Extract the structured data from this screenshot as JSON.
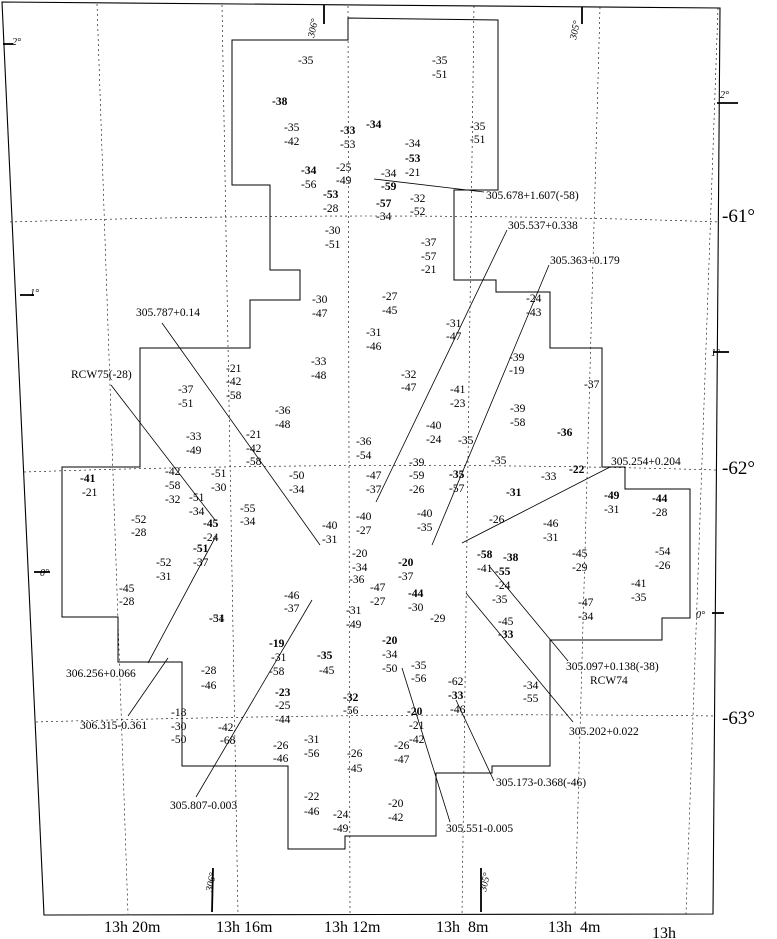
{
  "ra_labels": [
    "13h 20m",
    "13h 16m",
    "13h 12m",
    "13h  8m",
    "13h  4m",
    "13h"
  ],
  "dec_labels": [
    "-61°",
    "-62°",
    "-63°"
  ],
  "galactic_lat_labels": [
    "2°",
    "1°",
    "0°",
    "2°",
    "1°",
    "0°"
  ],
  "galactic_lon_labels": [
    "306°",
    "305°",
    "306°",
    "305°"
  ],
  "velocity_labels": [
    "-35",
    "-35",
    "-51",
    "-38",
    "-35",
    "-42",
    "-33",
    "-53",
    "-34",
    "-34",
    "-53",
    "-21",
    "-35",
    "-51",
    "-25",
    "-49",
    "-34",
    "-56",
    "-53",
    "-28",
    "-34",
    "-59",
    "-57",
    "-34",
    "-32",
    "-52",
    "-30",
    "-51",
    "-37",
    "-57",
    "-21",
    "-30",
    "-47",
    "-27",
    "-45",
    "-31",
    "-46",
    "-31",
    "-47",
    "-24",
    "-43",
    "-39",
    "-19",
    "-37",
    "-33",
    "-48",
    "-32",
    "-47",
    "-41",
    "-23",
    "-39",
    "-58",
    "-36",
    "-48",
    "-21",
    "-42",
    "-58",
    "-37",
    "-51",
    "-21",
    "-42",
    "-58",
    "-33",
    "-49",
    "-36",
    "-54",
    "-40",
    "-24",
    "-35",
    "-36",
    "-39",
    "-59",
    "-26",
    "-35",
    "-57",
    "-35",
    "-33",
    "-22",
    "-41",
    "-21",
    "-42",
    "-58",
    "-32",
    "-51",
    "-30",
    "-51",
    "-34",
    "-50",
    "-34",
    "-47",
    "-37",
    "-31",
    "-49",
    "-31",
    "-44",
    "-28",
    "-55",
    "-34",
    "-52",
    "-28",
    "-45",
    "-24",
    "-40",
    "-27",
    "-40",
    "-35",
    "-26",
    "-40",
    "-31",
    "-46",
    "-31",
    "-51",
    "-37",
    "-20",
    "-34",
    "-36",
    "-20",
    "-37",
    "-58",
    "-41",
    "-38",
    "-55",
    "-24",
    "-35",
    "-45",
    "-29",
    "-47",
    "-34",
    "-54",
    "-26",
    "-41",
    "-35",
    "-52",
    "-31",
    "-47",
    "-27",
    "-44",
    "-30",
    "-45",
    "-28",
    "-46",
    "-37",
    "-31",
    "-49",
    "-29",
    "-45",
    "-33",
    "-34",
    "-51",
    "-19",
    "-31",
    "-58",
    "-35",
    "-45",
    "-20",
    "-34",
    "-50",
    "-35",
    "-56",
    "-28",
    "-46",
    "-62",
    "-33",
    "-46",
    "-34",
    "-55",
    "-23",
    "-25",
    "-44",
    "-32",
    "-56",
    "-18",
    "-30",
    "-50",
    "-42",
    "-68",
    "-20",
    "-21",
    "-42",
    "-31",
    "-56",
    "-26",
    "-46",
    "-26",
    "-45",
    "-26",
    "-47",
    "-22",
    "-46",
    "-24",
    "-49",
    "-20",
    "-42"
  ],
  "source_labels": [
    "305.678+1.607(-58)",
    "305.537+0.338",
    "305.363+0.179",
    "305.787+0.14",
    "RCW75(-28)",
    "305.254+0.204",
    "306.256+0.066",
    "306.315-0.361",
    "305.097+0.138(-38)",
    "RCW74",
    "305.202+0.022",
    "305.173-0.368(-46)",
    "305.807-0.003",
    "305.551-0.005"
  ]
}
